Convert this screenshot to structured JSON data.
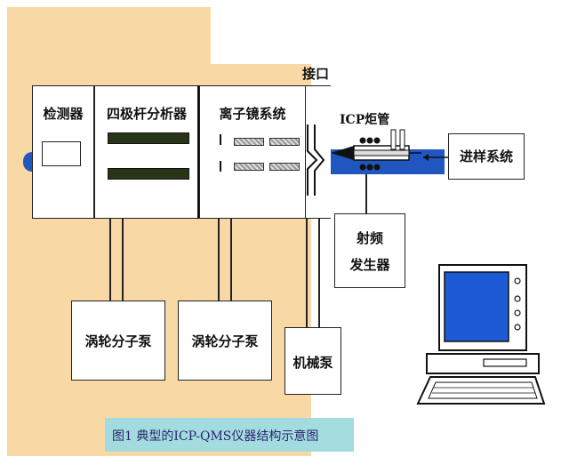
{
  "colors": {
    "background_panel": "#f8d9a6",
    "beam_path": "#1f56c0",
    "detector_knob": "#2456c0",
    "quad_rod": "#283618",
    "lens_pattern": "#b8b8b8",
    "caption_bg": "#a3dcdf",
    "caption_text": "#2c2470",
    "monitor_screen": "#1d5bd6"
  },
  "interface": {
    "label": "接口"
  },
  "spectrometer": {
    "detector": {
      "label": "检测器"
    },
    "quadrupole": {
      "label": "四极杆分析器"
    },
    "ion_lens": {
      "label": "离子镜系统"
    }
  },
  "torch": {
    "label": "ICP炬管"
  },
  "sampling": {
    "label": "进样系统"
  },
  "rf_generator": {
    "label_line1": "射频",
    "label_line2": "发生器"
  },
  "pumps": {
    "turbo1": "涡轮分子泵",
    "turbo2": "涡轮分子泵",
    "mechanical": "机械泵"
  },
  "icons": [
    "computer-icon",
    "plasma-torch-icon",
    "sampler-cone-icon"
  ],
  "caption": "图1 典型的ICP-QMS仪器结构示意图"
}
